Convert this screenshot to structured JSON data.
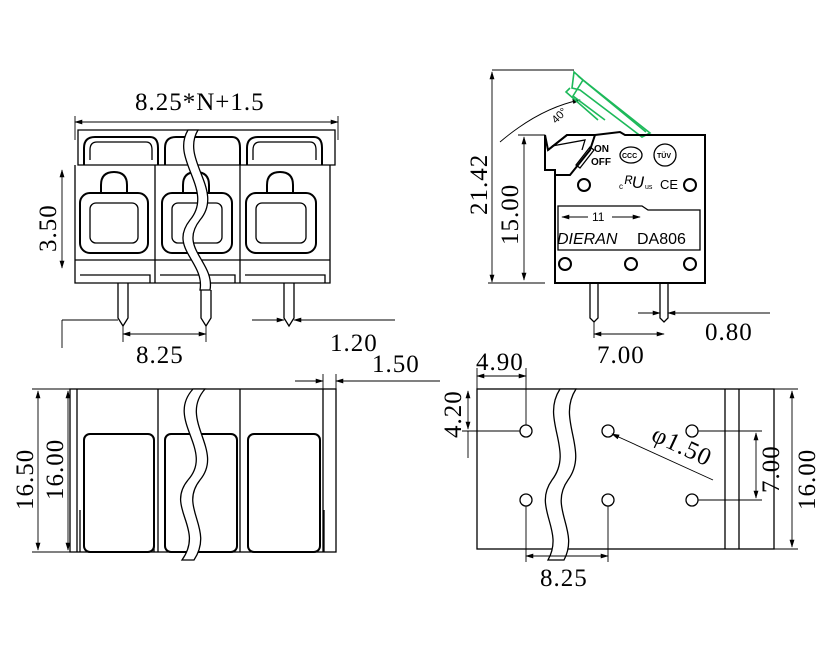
{
  "front_view": {
    "dim_top": "8.25*N+1.5",
    "dim_height": "3.50",
    "dim_pitch": "8.25",
    "dim_pin_width": "1.20"
  },
  "side_view": {
    "dim_total_height": "21.42",
    "dim_body_height": "15.00",
    "dim_pin_spacing": "7.00",
    "dim_pin_width": "0.80",
    "angle": "40°",
    "label_on": "ON",
    "label_off": "OFF",
    "mark_ccc": "CCC",
    "mark_tuv": "TÜV",
    "mark_ul": "ᴿU",
    "mark_ul_c": "c",
    "mark_ul_us": "us",
    "mark_ce": "CE",
    "wire_strip": "11",
    "brand": "DIERAN",
    "model": "DA806"
  },
  "top_view": {
    "dim_offset": "1.50",
    "dim_outer": "16.50",
    "dim_inner": "16.00"
  },
  "footprint_view": {
    "dim_x": "4.90",
    "dim_y": "4.20",
    "dim_hole": "φ1.50",
    "dim_row_spacing": "7.00",
    "dim_height": "16.00",
    "dim_pitch": "8.25"
  }
}
